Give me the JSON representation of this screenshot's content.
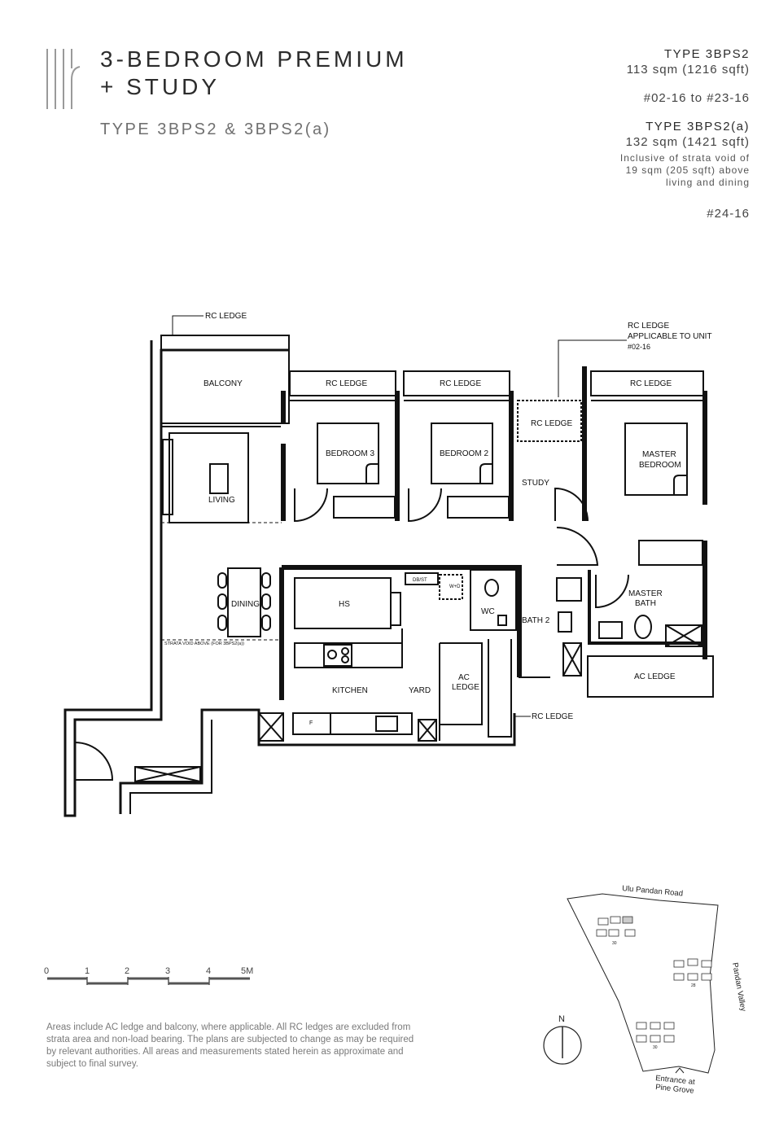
{
  "header": {
    "title_line1": "3-BEDROOM PREMIUM",
    "title_line2": "+ STUDY",
    "subtitle": "TYPE 3BPS2 & 3BPS2(a)"
  },
  "unit_info": {
    "type_a_name": "TYPE 3BPS2",
    "type_a_area": "113 sqm (1216 sqft)",
    "type_a_units": "#02-16 to #23-16",
    "type_b_name": "TYPE 3BPS2(a)",
    "type_b_area": "132 sqm (1421 sqft)",
    "type_b_note_1": "Inclusive of strata void of",
    "type_b_note_2": "19 sqm (205 sqft) above",
    "type_b_note_3": "living and dining",
    "type_b_units": "#24-16"
  },
  "floorplan": {
    "rc_ledge": "RC LEDGE",
    "rc_ledge_note_1": "RC LEDGE",
    "rc_ledge_note_2": "APPLICABLE TO UNIT",
    "rc_ledge_note_3": "#02-16",
    "balcony": "BALCONY",
    "living": "LIVING",
    "dining": "DINING",
    "bedroom3": "BEDROOM 3",
    "bedroom2": "BEDROOM 2",
    "study": "STUDY",
    "master_bedroom_1": "MASTER",
    "master_bedroom_2": "BEDROOM",
    "master_bath_1": "MASTER",
    "master_bath_2": "BATH",
    "bath2": "BATH 2",
    "hs": "HS",
    "wc": "WC",
    "dbst": "DB/ST",
    "wd": "W+D",
    "kitchen": "KITCHEN",
    "yard": "YARD",
    "ac_ledge_1": "AC",
    "ac_ledge_2": "LEDGE",
    "ac_ledge": "AC LEDGE",
    "fridge": "F",
    "strata_void": "STRATA VOID ABOVE (FOR 3BPS2(a))"
  },
  "scale": {
    "ticks": [
      "0",
      "1",
      "2",
      "3",
      "4",
      "5M"
    ]
  },
  "disclaimer": {
    "line1": "Areas include AC ledge and balcony, where applicable. All RC ledges are excluded from",
    "line2": "strata area and non-load bearing. The plans are subjected to change as may be required",
    "line3": "by relevant authorities. All areas and measurements stated herein as approximate and",
    "line4": "subject to final survey."
  },
  "site_plan": {
    "road_top": "Ulu Pandan Road",
    "road_right": "Pandan Valley",
    "entrance_1": "Entrance at",
    "entrance_2": "Pine Grove",
    "north": "N",
    "block_a": "30",
    "block_b": "28",
    "block_c": "30"
  }
}
